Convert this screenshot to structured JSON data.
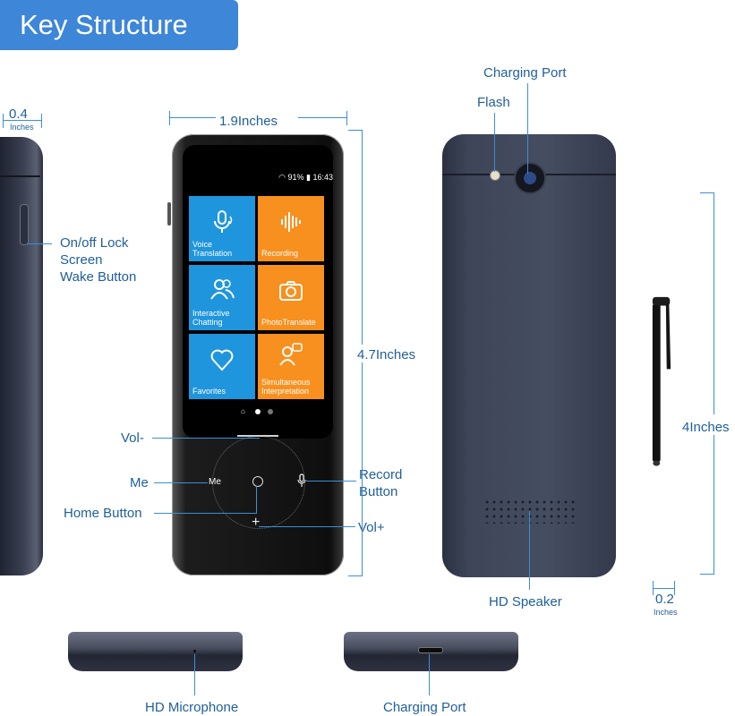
{
  "title": "Key Structure",
  "dimensions": {
    "side_thickness": "0.4",
    "side_unit": "Inches",
    "width": "1.9Inches",
    "height": "4.7Inches",
    "stylus_length": "4Inches",
    "stylus_thickness": "0.2",
    "stylus_unit": "Inches"
  },
  "callouts": {
    "power": [
      "On/off Lock",
      "Screen",
      "Wake Button"
    ],
    "vol_minus": "Vol-",
    "me": "Me",
    "home": "Home Button",
    "record": [
      "Record",
      "Button"
    ],
    "vol_plus": "Vol+",
    "charging_port_top": "Charging Port",
    "flash": "Flash",
    "speaker": "HD Speaker",
    "microphone": "HD Microphone",
    "charging_port_bottom": "Charging Port"
  },
  "screen": {
    "battery": "91%",
    "time": "16:43",
    "tiles": [
      {
        "label": "Voice Translation",
        "icon": "mic-icon",
        "color": "#1f95dd"
      },
      {
        "label": "Recording",
        "icon": "waveform-icon",
        "color": "#f7901e"
      },
      {
        "label": "Interactive Chatting",
        "icon": "people-icon",
        "color": "#1f95dd"
      },
      {
        "label": "PhotoTranslate",
        "icon": "camera-icon",
        "color": "#f7901e"
      },
      {
        "label": "Favorites",
        "icon": "heart-icon",
        "color": "#1f95dd"
      },
      {
        "label": "Simultaneous Interpretation",
        "icon": "interpretation-icon",
        "color": "#f7901e"
      }
    ]
  },
  "keypad": {
    "me_label": "Me"
  },
  "colors": {
    "accent": "#3d86d8",
    "tile_blue": "#1f95dd",
    "tile_orange": "#f7901e",
    "callout": "#1f5f99"
  }
}
